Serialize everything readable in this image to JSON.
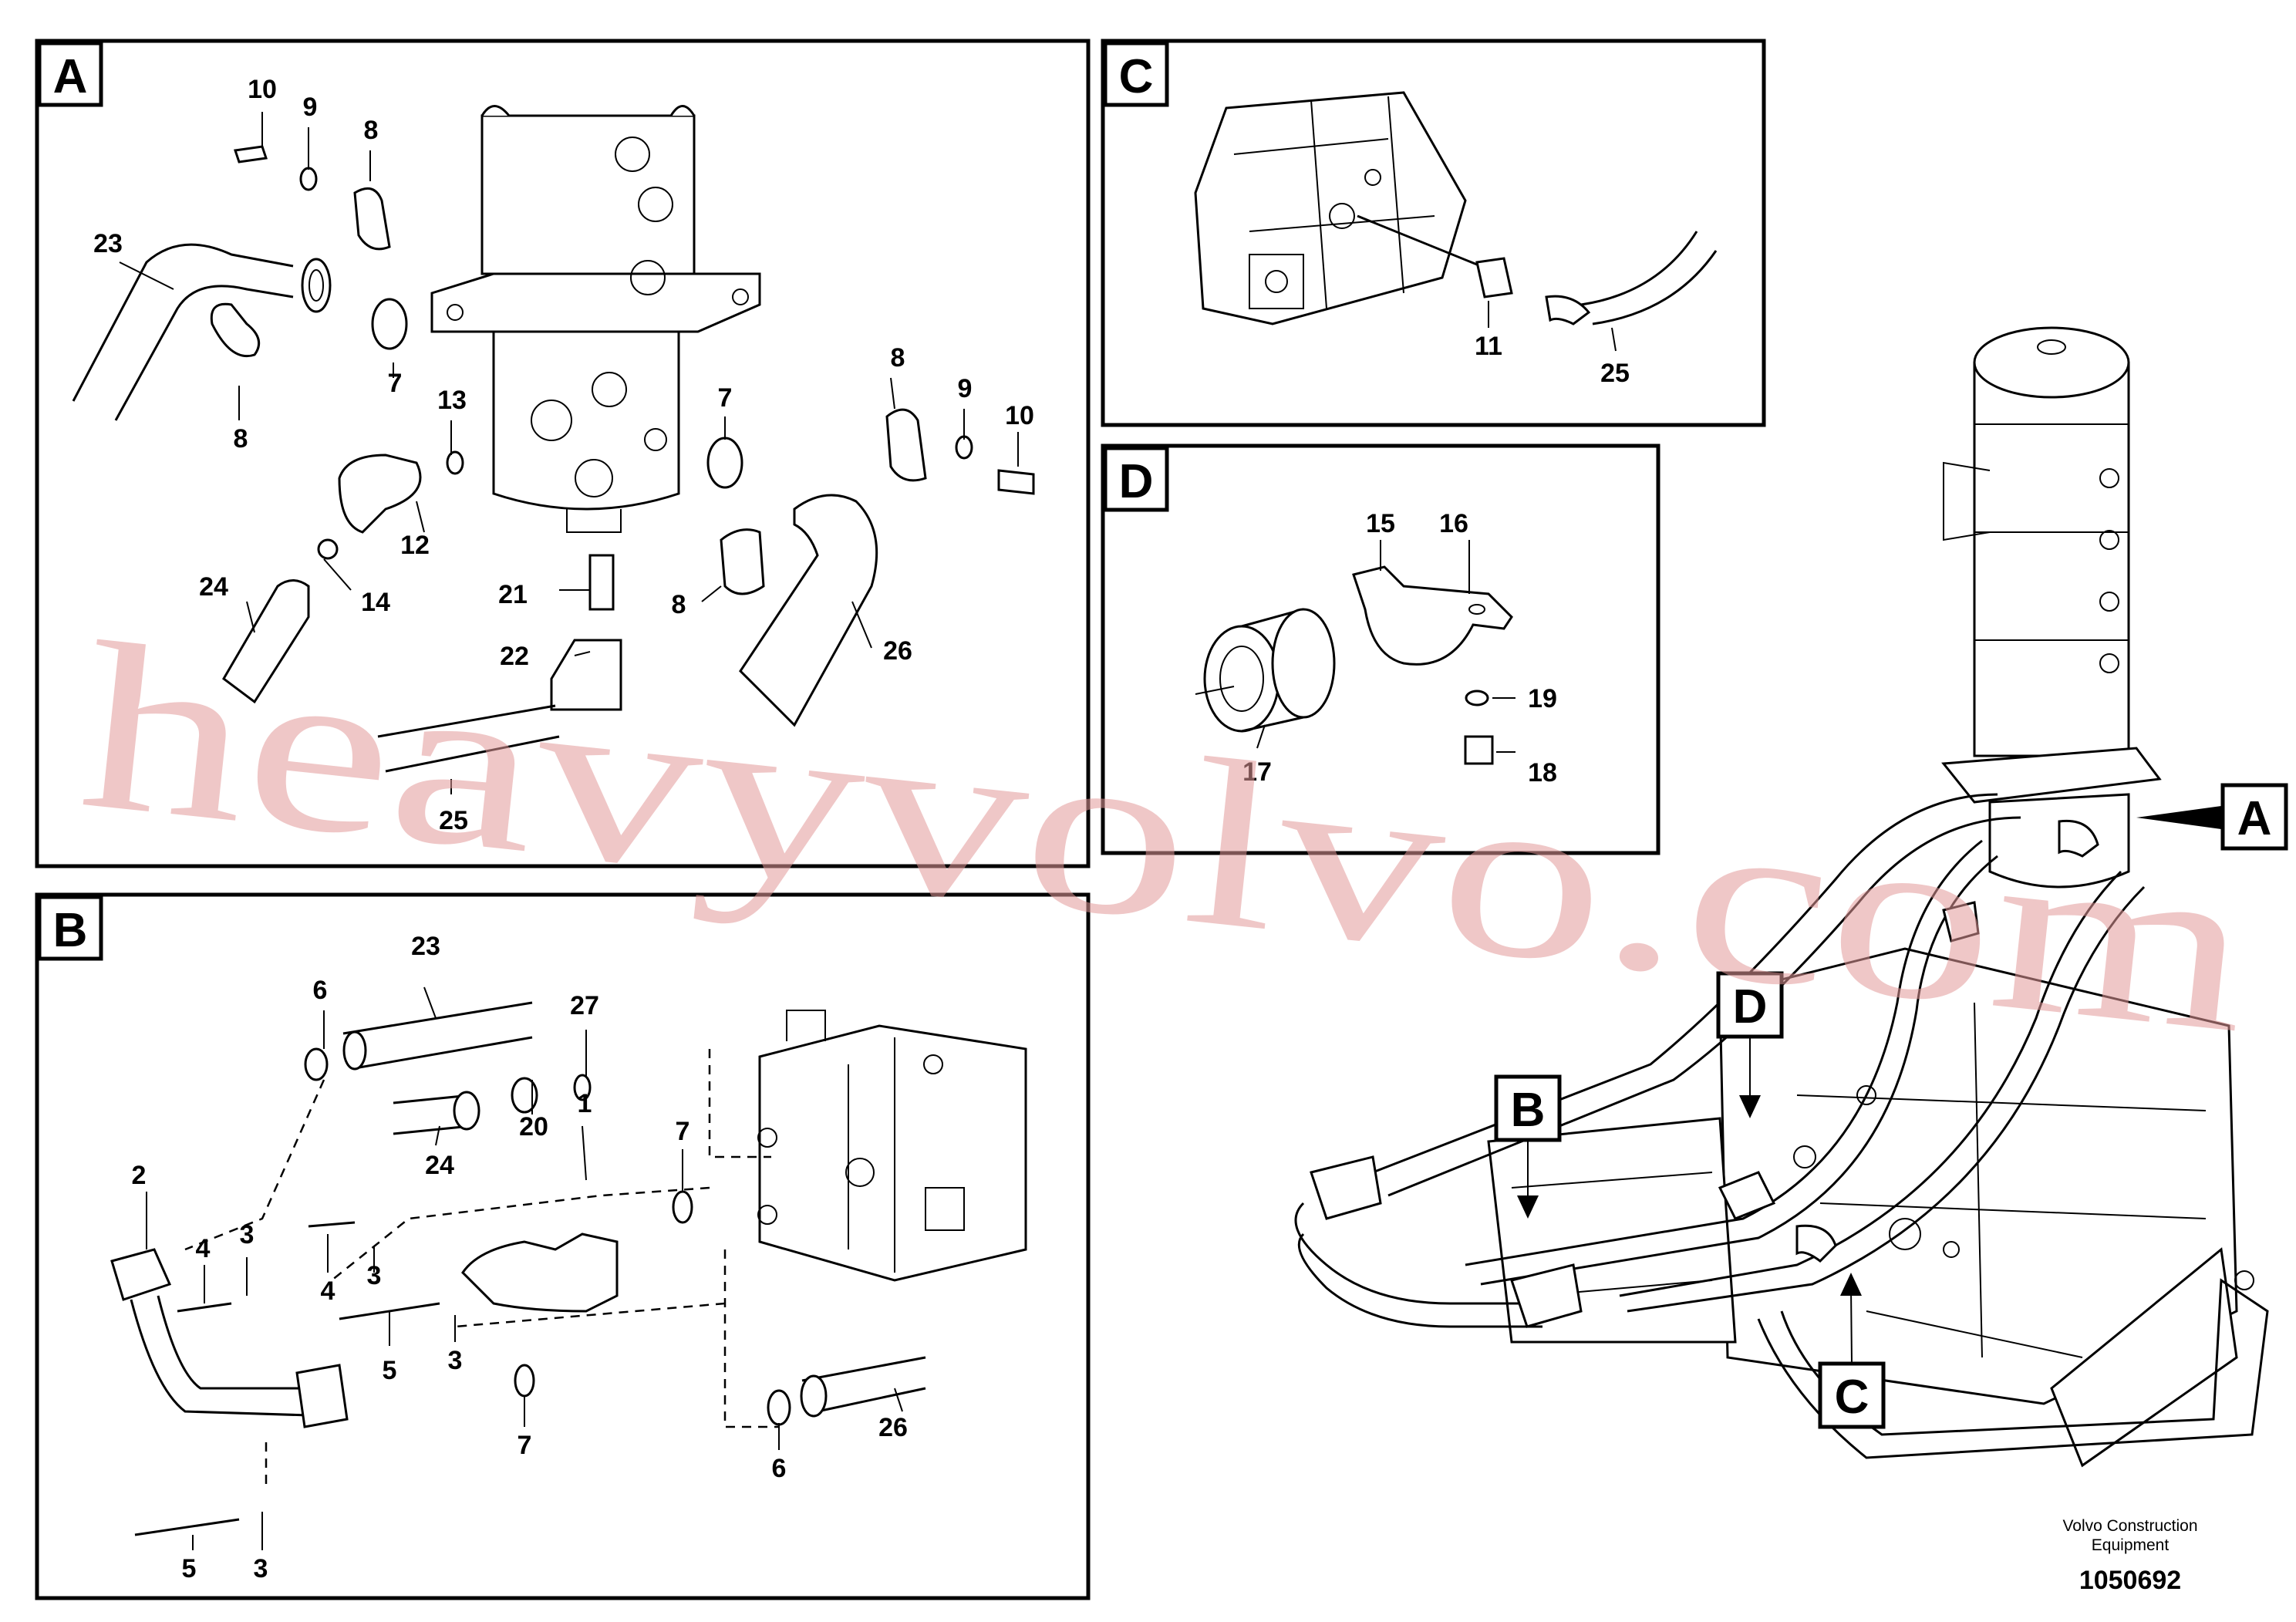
{
  "details": {
    "A": {
      "letter": "A"
    },
    "B": {
      "letter": "B"
    },
    "C": {
      "letter": "C"
    },
    "D": {
      "letter": "D"
    }
  },
  "callouts": {
    "A": "A",
    "B": "B",
    "C": "C",
    "D": "D"
  },
  "footer": {
    "maker_line1": "Volvo Construction",
    "maker_line2": "Equipment",
    "drawing_number": "1050692"
  },
  "watermark": "heavyvolvo.com",
  "part_labels": {
    "A": [
      {
        "key": "a10",
        "text": "10"
      },
      {
        "key": "a9",
        "text": "9"
      },
      {
        "key": "a8top",
        "text": "8"
      },
      {
        "key": "a23",
        "text": "23"
      },
      {
        "key": "a7left",
        "text": "7"
      },
      {
        "key": "a8left",
        "text": "8"
      },
      {
        "key": "a13",
        "text": "13"
      },
      {
        "key": "a12",
        "text": "12"
      },
      {
        "key": "a24",
        "text": "24"
      },
      {
        "key": "a14",
        "text": "14"
      },
      {
        "key": "a21",
        "text": "21"
      },
      {
        "key": "a22",
        "text": "22"
      },
      {
        "key": "a25",
        "text": "25"
      },
      {
        "key": "a7right",
        "text": "7"
      },
      {
        "key": "a8mid",
        "text": "8"
      },
      {
        "key": "a26",
        "text": "26"
      },
      {
        "key": "a8right",
        "text": "8"
      },
      {
        "key": "a9right",
        "text": "9"
      },
      {
        "key": "a10right",
        "text": "10"
      }
    ],
    "B": [
      {
        "key": "b6top",
        "text": "6"
      },
      {
        "key": "b23",
        "text": "23"
      },
      {
        "key": "b27",
        "text": "27"
      },
      {
        "key": "b24",
        "text": "24"
      },
      {
        "key": "b20",
        "text": "20"
      },
      {
        "key": "b1",
        "text": "1"
      },
      {
        "key": "b7top",
        "text": "7"
      },
      {
        "key": "b2",
        "text": "2"
      },
      {
        "key": "b4a",
        "text": "4"
      },
      {
        "key": "b3a",
        "text": "3"
      },
      {
        "key": "b4b",
        "text": "4"
      },
      {
        "key": "b3b",
        "text": "3"
      },
      {
        "key": "b5a",
        "text": "5"
      },
      {
        "key": "b3c",
        "text": "3"
      },
      {
        "key": "b7bot",
        "text": "7"
      },
      {
        "key": "b26",
        "text": "26"
      },
      {
        "key": "b6bot",
        "text": "6"
      },
      {
        "key": "b5b",
        "text": "5"
      },
      {
        "key": "b3d",
        "text": "3"
      }
    ],
    "C": [
      {
        "key": "c11",
        "text": "11"
      },
      {
        "key": "c25",
        "text": "25"
      }
    ],
    "D": [
      {
        "key": "d15",
        "text": "15"
      },
      {
        "key": "d16",
        "text": "16"
      },
      {
        "key": "d19",
        "text": "19"
      },
      {
        "key": "d18",
        "text": "18"
      },
      {
        "key": "d17",
        "text": "17"
      }
    ]
  }
}
